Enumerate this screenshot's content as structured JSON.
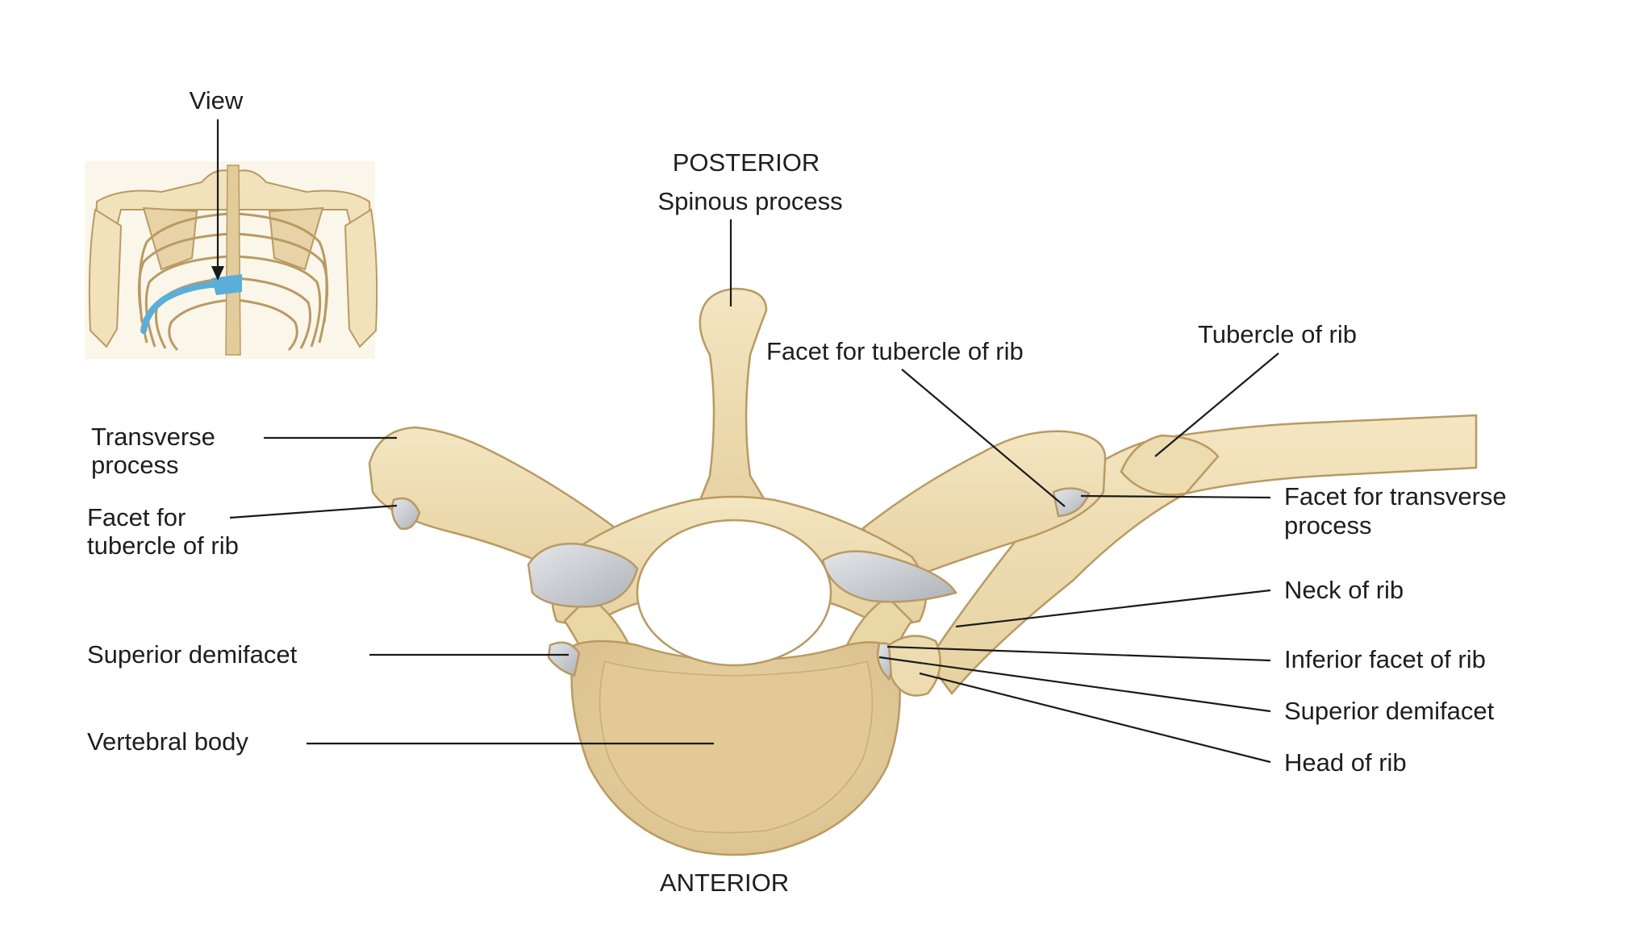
{
  "inset": {
    "view_label": "View"
  },
  "orientation": {
    "posterior": "POSTERIOR",
    "anterior": "ANTERIOR"
  },
  "labels": {
    "spinous_process": "Spinous process",
    "transverse_process": [
      "Transverse",
      "process"
    ],
    "facet_tubercle_left": [
      "Facet for",
      "tubercle of rib"
    ],
    "superior_demifacet_left": "Superior demifacet",
    "vertebral_body": "Vertebral body",
    "facet_tubercle_right": "Facet for tubercle of rib",
    "tubercle_of_rib": "Tubercle of rib",
    "facet_transverse_process": [
      "Facet for transverse",
      "process"
    ],
    "neck_of_rib": "Neck of rib",
    "inferior_facet_of_rib": "Inferior facet of rib",
    "superior_demifacet_right": "Superior demifacet",
    "head_of_rib": "Head of rib"
  },
  "colors": {
    "bone": "#efdfb6",
    "bone_shadow": "#d7c08e",
    "bone_outline": "#b99a63",
    "cartilage": "#c9ccd0",
    "highlight_rib": "#5aaed8",
    "leader": "#1a1a1a",
    "text": "#1e1e1e"
  }
}
